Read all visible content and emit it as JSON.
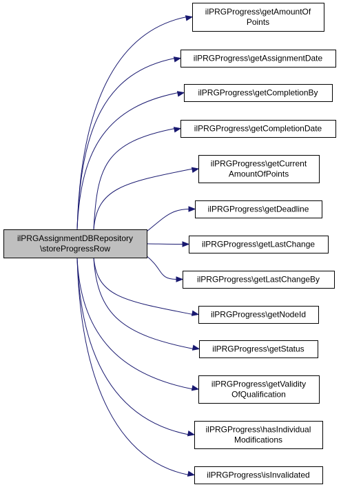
{
  "diagram": {
    "source": {
      "lines": [
        "ilPRGAssignmentDBRepository",
        "\\storeProgressRow"
      ]
    },
    "targets": [
      {
        "lines": [
          "ilPRGProgress\\getAmountOf",
          "Points"
        ]
      },
      {
        "lines": [
          "ilPRGProgress\\getAssignmentDate"
        ]
      },
      {
        "lines": [
          "ilPRGProgress\\getCompletionBy"
        ]
      },
      {
        "lines": [
          "ilPRGProgress\\getCompletionDate"
        ]
      },
      {
        "lines": [
          "ilPRGProgress\\getCurrent",
          "AmountOfPoints"
        ]
      },
      {
        "lines": [
          "ilPRGProgress\\getDeadline"
        ]
      },
      {
        "lines": [
          "ilPRGProgress\\getLastChange"
        ]
      },
      {
        "lines": [
          "ilPRGProgress\\getLastChangeBy"
        ]
      },
      {
        "lines": [
          "ilPRGProgress\\getNodeId"
        ]
      },
      {
        "lines": [
          "ilPRGProgress\\getStatus"
        ]
      },
      {
        "lines": [
          "ilPRGProgress\\getValidity",
          "OfQualification"
        ]
      },
      {
        "lines": [
          "ilPRGProgress\\hasIndividual",
          "Modifications"
        ]
      },
      {
        "lines": [
          "ilPRGProgress\\isInvalidated"
        ]
      }
    ],
    "colors": {
      "edge": "#191970",
      "source_fill": "#bfbfbf",
      "node_fill": "#ffffff",
      "border": "#000000"
    }
  }
}
